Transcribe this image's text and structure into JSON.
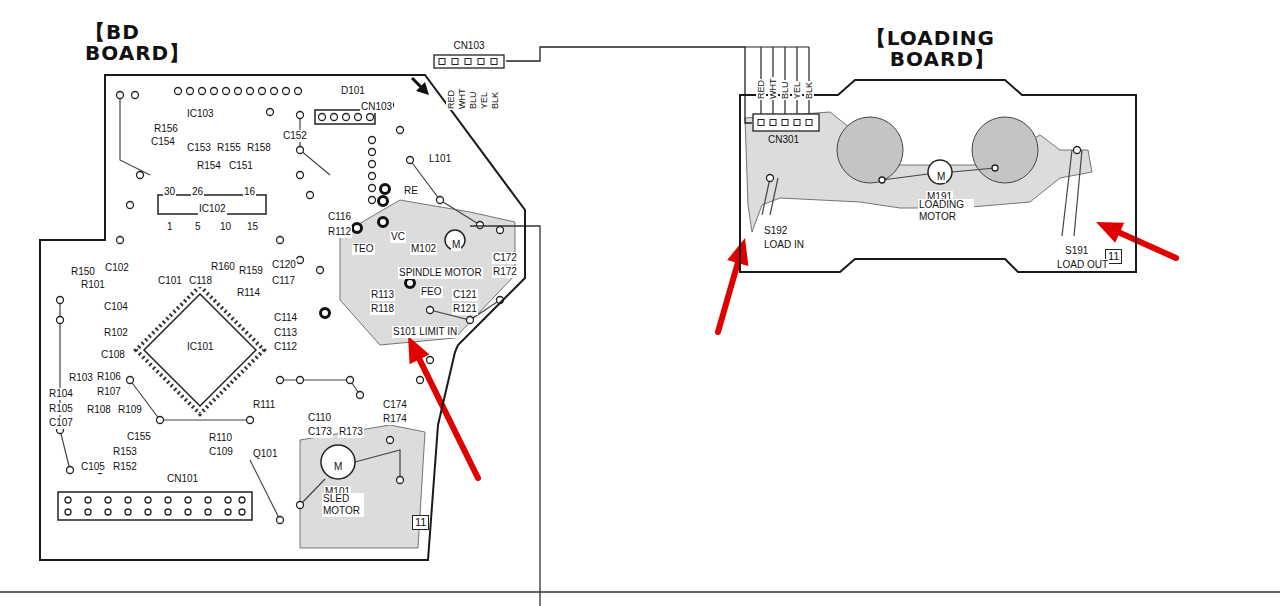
{
  "diagram": {
    "nodes": [
      {
        "text": [
          "【BD BOARD】"
        ]
      },
      {
        "text": [
          "11"
        ],
        "in": 0
      },
      {
        "text": [
          "CN103"
        ]
      },
      {
        "text": [
          "【LOADING BOARD】"
        ]
      },
      {
        "text": [
          "CN301"
        ],
        "in": 3
      },
      {
        "text": [
          "11"
        ],
        "in": 3
      }
    ],
    "edges": [
      {
        "from": 2,
        "to": 4,
        "arrow": "none"
      }
    ],
    "labels": [
      "IC103",
      "D101",
      "CN103",
      "R156",
      "C154",
      "C152",
      "C153",
      "R155",
      "R158",
      "R154",
      "C151",
      "30",
      "26",
      "16",
      "IC102",
      "1",
      "5",
      "10",
      "15",
      "L101",
      "RE",
      "C116",
      "R112",
      "TEO",
      "VC",
      "M102",
      "M",
      "SPINDLE MOTOR",
      "C172",
      "R172",
      "FEO",
      "R113",
      "R118",
      "C121",
      "R121",
      "S101 LIMIT IN",
      "R150",
      "C102",
      "R101",
      "C101",
      "C118",
      "R160",
      "R159",
      "C120",
      "C117",
      "R114",
      "C104",
      "C114",
      "C113",
      "C112",
      "R102",
      "IC101",
      "C108",
      "R103",
      "R106",
      "R104",
      "R107",
      "R105",
      "R108",
      "R109",
      "C107",
      "C155",
      "R153",
      "C105",
      "R152",
      "R111",
      "C174",
      "R174",
      "C110",
      "C173",
      "R173",
      "R110",
      "C109",
      "Q101",
      "CN101",
      "M",
      "M101",
      "SLED MOTOR",
      "RED",
      "WHT",
      "BLU",
      "YEL",
      "BLK",
      "RED",
      "WHT",
      "BLU",
      "YEL",
      "BLK",
      "M",
      "M191",
      "LOADING MOTOR",
      "S192",
      "LOAD IN",
      "S191",
      "LOAD OUT"
    ]
  }
}
